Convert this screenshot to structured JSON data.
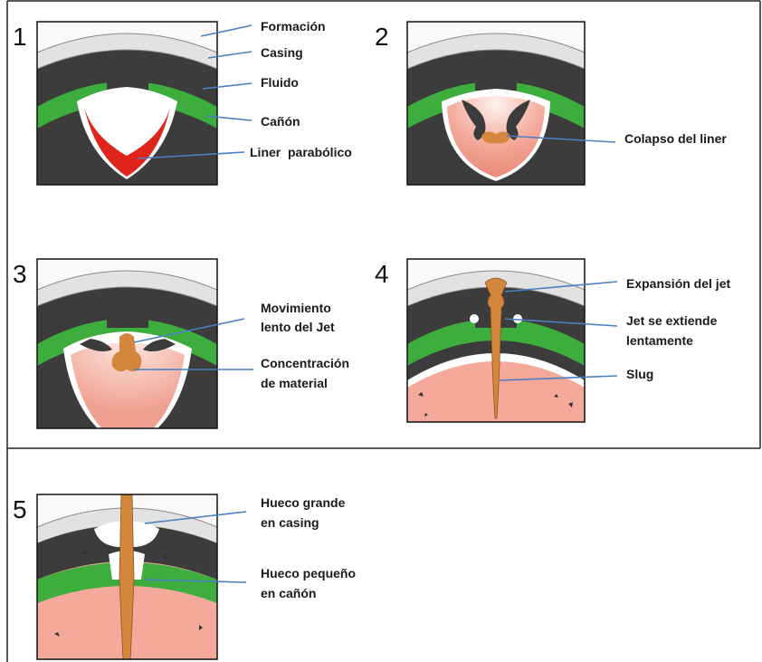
{
  "panels": [
    {
      "number": "1",
      "labels": [
        "Formación",
        "Casing",
        "Fluido",
        "Cañón",
        "Liner  parabólico"
      ]
    },
    {
      "number": "2",
      "labels": [
        "Colapso del liner"
      ]
    },
    {
      "number": "3",
      "labels": [
        "Movimiento",
        "lento del Jet",
        "Concentración",
        "de material"
      ]
    },
    {
      "number": "4",
      "labels": [
        "Expansión del jet",
        "Jet se extiende",
        "lentamente",
        "Slug"
      ]
    },
    {
      "number": "5",
      "labels": [
        "Hueco grande",
        "en casing",
        "Hueco pequeño",
        "en cañón"
      ]
    }
  ],
  "colors": {
    "dark": "#3c3c3c",
    "casing": "#e4e4e4",
    "gun": "#3dae3d",
    "liner": "#e0241b",
    "slug": "#f3b3a6",
    "jet": "#d4863c",
    "leader": "#4a7fc0"
  }
}
